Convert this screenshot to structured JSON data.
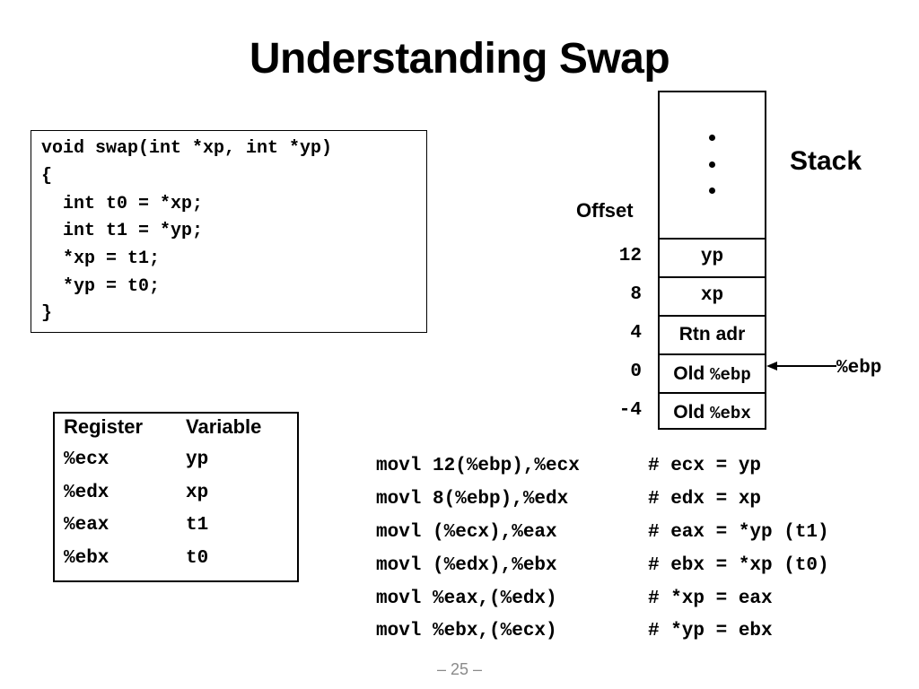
{
  "title": "Understanding Swap",
  "code": {
    "lines": [
      "void swap(int *xp, int *yp)",
      "{",
      "  int t0 = *xp;",
      "  int t1 = *yp;",
      "  *xp = t1;",
      "  *yp = t0;",
      "}"
    ]
  },
  "register_table": {
    "headers": [
      "Register",
      "Variable"
    ],
    "rows": [
      [
        "%ecx",
        "yp"
      ],
      [
        "%edx",
        "xp"
      ],
      [
        "%eax",
        "t1"
      ],
      [
        "%ebx",
        "t0"
      ]
    ]
  },
  "stack": {
    "label": "Stack",
    "offset_label": "Offset",
    "slots": [
      {
        "offset": "12",
        "content": "yp"
      },
      {
        "offset": "8",
        "content": "xp"
      },
      {
        "offset": "4",
        "content": "Rtn adr"
      },
      {
        "offset": "0",
        "content_prefix": "Old ",
        "content_reg": "%ebp"
      },
      {
        "offset": "-4",
        "content_prefix": "Old ",
        "content_reg": "%ebx"
      }
    ],
    "pointer_label": "%ebp"
  },
  "assembly": {
    "instructions": [
      {
        "code": "movl 12(%ebp),%ecx",
        "comment": "# ecx = yp"
      },
      {
        "code": "movl 8(%ebp),%edx",
        "comment": "# edx = xp"
      },
      {
        "code": "movl (%ecx),%eax",
        "comment": "# eax = *yp (t1)"
      },
      {
        "code": "movl (%edx),%ebx",
        "comment": "# ebx = *xp (t0)"
      },
      {
        "code": "movl %eax,(%edx)",
        "comment": "# *xp = eax"
      },
      {
        "code": "movl %ebx,(%ecx)",
        "comment": "# *yp = ebx"
      }
    ]
  },
  "page_number": "– 25 –"
}
